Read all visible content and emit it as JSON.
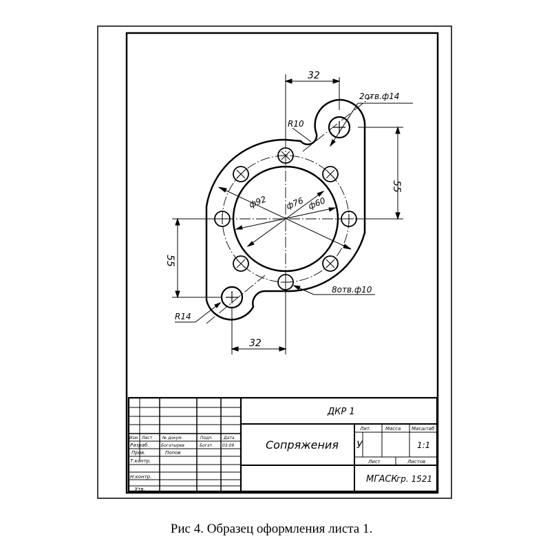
{
  "dimensions": {
    "top_32": "32",
    "holes_top": "2отв.ф14",
    "radius_top": "R10",
    "right_55": "55",
    "dia_92": "ф92",
    "dia_76": "ф76",
    "dia_60": "ф60",
    "left_55": "55",
    "holes_bottom": "8отв.ф10",
    "radius_bottom": "R14",
    "bottom_32": "32"
  },
  "title_block": {
    "designation": "ДКР 1",
    "name": "Сопряжения",
    "col_lit": "Лит.",
    "col_mass": "Масса",
    "col_scale": "Масштаб",
    "lit_value": "У",
    "scale_value": "1:1",
    "sheet": "Лист",
    "sheets": "Листов",
    "org": "МГАСК",
    "group": "гр. 1521",
    "hdr_izm": "Изм",
    "hdr_list": "Лист",
    "hdr_doc": "№ докум.",
    "hdr_sign": "Подп.",
    "hdr_date": "Дата",
    "role_razrab": "Разраб.",
    "role_prov": "Пров.",
    "role_tkontr": "Т.контр.",
    "role_nkontr": "Н.контр.",
    "role_utv": "Утв.",
    "razrab_name": "Богатырев",
    "prov_name": "Попов",
    "razrab_sign": "Богат.",
    "razrab_date": "03.09"
  },
  "caption": "Рис 4. Образец оформления листа 1."
}
